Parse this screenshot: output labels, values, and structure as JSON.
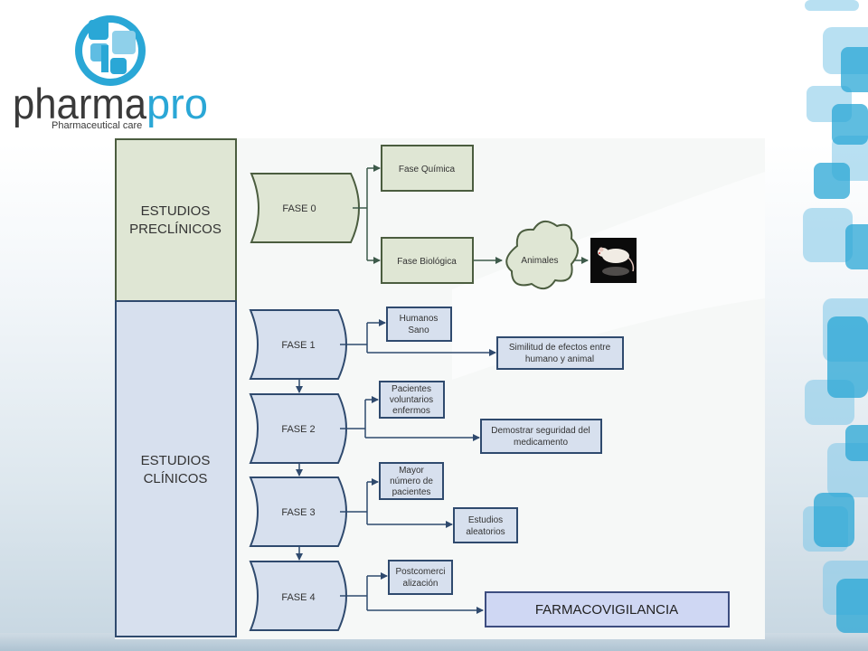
{
  "logo": {
    "text_main": "pharma",
    "text_accent": "pro",
    "tagline": "Pharmaceutical care",
    "colors": {
      "main": "#3a3a3a",
      "accent": "#2aa7d6"
    }
  },
  "sections": {
    "preclinical_line1": "ESTUDIOS",
    "preclinical_line2": "PRECLÍNICOS",
    "clinical_line1": "ESTUDIOS",
    "clinical_line2": "CLÍNICOS"
  },
  "phases": {
    "fase0": "FASE 0",
    "fase1": "FASE 1",
    "fase2": "FASE 2",
    "fase3": "FASE 3",
    "fase4": "FASE 4"
  },
  "boxes": {
    "fase_quimica": "Fase Química",
    "fase_biologica": "Fase Biológica",
    "animales": "Animales",
    "humanos_l1": "Humanos",
    "humanos_l2": "Sano",
    "similitud_l1": "Similitud de efectos entre",
    "similitud_l2": "humano y animal",
    "pacientes_l1": "Pacientes",
    "pacientes_l2": "voluntarios",
    "pacientes_l3": "enfermos",
    "demostrar_l1": "Demostrar seguridad del",
    "demostrar_l2": "medicamento",
    "mayor_l1": "Mayor",
    "mayor_l2": "número de",
    "mayor_l3": "pacientes",
    "aleatorios_l1": "Estudios",
    "aleatorios_l2": "aleatorios",
    "postcom_l1": "Postcomerci",
    "postcom_l2": "alización",
    "farmaco": "FARMACOVIGILANCIA"
  },
  "colors": {
    "preclinical_fill": "#dfe6d4",
    "preclinical_stroke": "#4b5d3f",
    "clinical_fill": "#d7e0ee",
    "clinical_stroke": "#2f4a6e",
    "farmaco_fill": "#cfd7f3",
    "farmaco_stroke": "#3d4d80"
  }
}
